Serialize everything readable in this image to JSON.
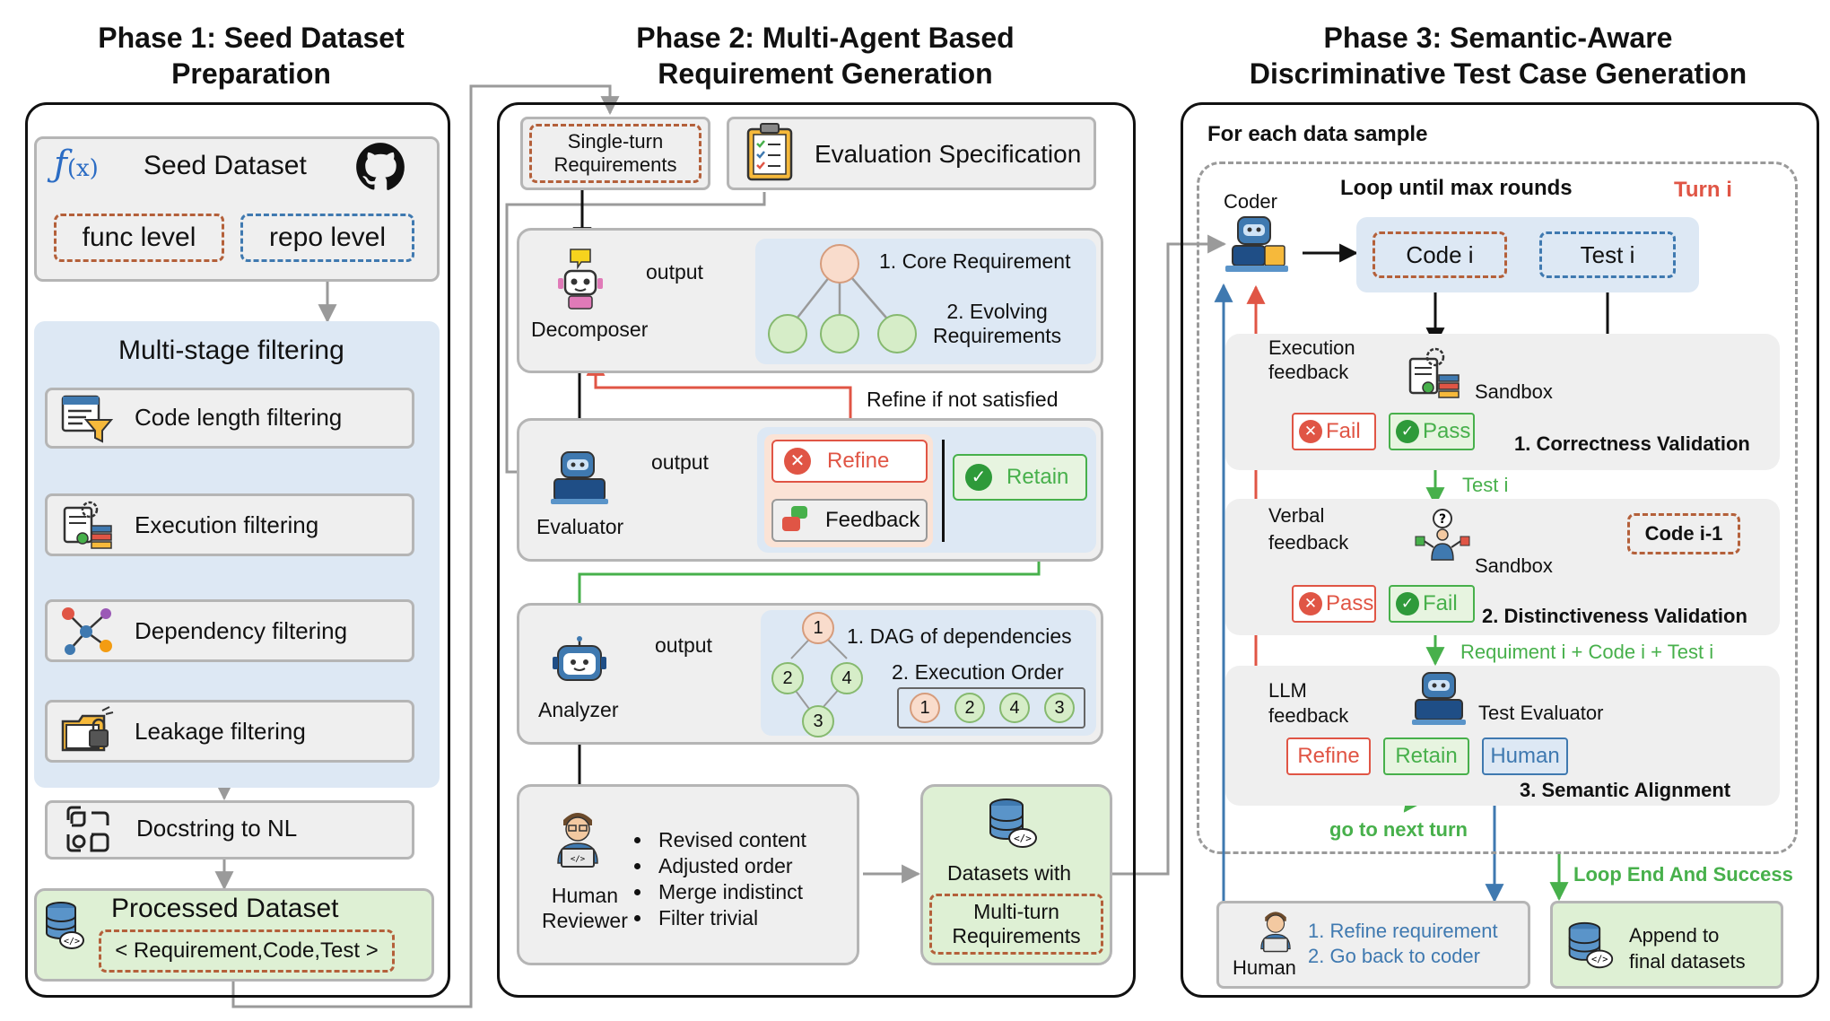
{
  "phases": {
    "p1": [
      "Phase 1: Seed Dataset",
      "Preparation"
    ],
    "p2": [
      "Phase 2: Multi-Agent Based",
      "Requirement Generation"
    ],
    "p3": [
      "Phase 3: Semantic-Aware",
      "Discriminative Test Case Generation"
    ]
  },
  "phase1": {
    "seed_dataset": "Seed Dataset",
    "func_level": "func level",
    "repo_level": "repo level",
    "multistage": "Multi-stage filtering",
    "filters": [
      "Code length filtering",
      "Execution filtering",
      "Dependency filtering",
      "Leakage filtering"
    ],
    "docstring": "Docstring to NL",
    "processed": "Processed Dataset",
    "processed_tuple": "< Requirement,Code,Test >"
  },
  "phase2": {
    "single_turn": [
      "Single-turn",
      "Requirements"
    ],
    "eval_spec": "Evaluation Specification",
    "decomposer": "Decomposer",
    "evaluator": "Evaluator",
    "analyzer": "Analyzer",
    "output": "output",
    "core_req": "1. Core Requirement",
    "evolving": [
      "2. Evolving",
      "Requirements"
    ],
    "refine_if": "Refine if not satisfied",
    "refine": "Refine",
    "feedback": "Feedback",
    "retain": "Retain",
    "dag": "1. DAG of dependencies",
    "exec_order": "2. Execution Order",
    "dag_nodes": [
      "1",
      "2",
      "4",
      "3"
    ],
    "order": [
      "1",
      "2",
      "4",
      "3"
    ],
    "human_reviewer": [
      "Human",
      "Reviewer"
    ],
    "review_items": [
      "Revised content",
      "Adjusted order",
      "Merge indistinct",
      "Filter trivial"
    ],
    "datasets_with": "Datasets with",
    "multi_turn": [
      "Multi-turn",
      "Requirements"
    ]
  },
  "phase3": {
    "for_each": "For each data sample",
    "loop_until": "Loop until max rounds",
    "turn_i": "Turn i",
    "coder": "Coder",
    "code_i": "Code i",
    "test_i": "Test i",
    "exec_feedback": [
      "Execution",
      "feedback"
    ],
    "sandbox": "Sandbox",
    "fail": "Fail",
    "pass": "Pass",
    "correctness": "1. Correctness Validation",
    "test_i_label": "Test i",
    "verbal_feedback": [
      "Verbal",
      "feedback"
    ],
    "code_i_1": "Code i-1",
    "distinct": "2. Distinctiveness Validation",
    "req_code_test": "Requiment i + Code i + Test i",
    "llm_feedback": [
      "LLM",
      "feedback"
    ],
    "test_evaluator": "Test Evaluator",
    "refine": "Refine",
    "retain": "Retain",
    "human": "Human",
    "semantic": "3. Semantic Alignment",
    "next_turn": "go to next turn",
    "loop_end": "Loop End And Success",
    "human_label": "Human",
    "human_actions": [
      "1. Refine requirement",
      "2. Go back to coder"
    ],
    "append": [
      "Append to",
      "final datasets"
    ]
  },
  "colors": {
    "red": "#e05545",
    "green": "#47b04b",
    "blue": "#3f79b0",
    "orange": "#b4603a",
    "gray_line": "#9a9a9a"
  }
}
